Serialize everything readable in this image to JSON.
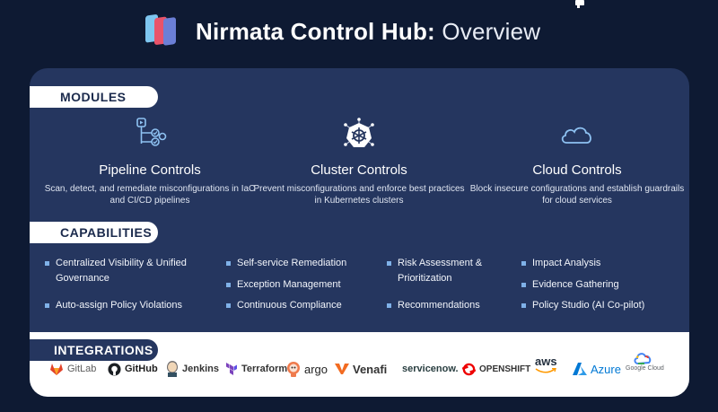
{
  "header": {
    "title_bold": "Nirmata Control Hub:",
    "title_light": "Overview"
  },
  "sections": {
    "modules": "MODULES",
    "capabilities": "CAPABILITIES",
    "integrations": "INTEGRATIONS"
  },
  "modules": [
    {
      "title": "Pipeline Controls",
      "desc": "Scan, detect, and remediate misconfigurations in IaC and CI/CD pipelines",
      "icon": "pipeline-icon"
    },
    {
      "title": "Cluster Controls",
      "desc": "Prevent misconfigurations and enforce best practices in Kubernetes clusters",
      "icon": "kubernetes-icon"
    },
    {
      "title": "Cloud Controls",
      "desc": "Block insecure configurations and establish guardrails for cloud services",
      "icon": "cloud-icon"
    }
  ],
  "capabilities": [
    "Centralized Visibility & Unified Governance",
    "Auto-assign Policy Violations",
    "Self-service Remediation",
    "Exception Management",
    "Continuous Compliance",
    "Risk Assessment & Prioritization",
    "Recommendations",
    "Impact Analysis",
    "Evidence Gathering",
    "Policy Studio (AI Co-pilot)"
  ],
  "integrations": [
    {
      "label": "GitLab",
      "icon": "gitlab-icon",
      "color": "#e2432a"
    },
    {
      "label": "GitHub",
      "icon": "github-icon",
      "color": "#1b1f23"
    },
    {
      "label": "Jenkins",
      "icon": "jenkins-icon",
      "color": "#d33833"
    },
    {
      "label": "Terraform",
      "icon": "terraform-icon",
      "color": "#7b42bc"
    },
    {
      "label": "argo",
      "icon": "argo-icon",
      "color": "#ef7b4d"
    },
    {
      "label": "Venafi",
      "icon": "venafi-icon",
      "color": "#f26b21"
    },
    {
      "label": "servicenow.",
      "icon": "servicenow-icon",
      "color": "#293e40"
    },
    {
      "label": "OPENSHIFT",
      "icon": "openshift-icon",
      "color": "#ee0000"
    },
    {
      "label": "aws",
      "icon": "aws-icon",
      "color": "#ff9900"
    },
    {
      "label": "Azure",
      "icon": "azure-icon",
      "color": "#0078d4"
    },
    {
      "label": "Google Cloud",
      "icon": "google-cloud-icon",
      "color": "#4285f4"
    }
  ],
  "colors": {
    "background": "#0e1a33",
    "card": "#25365f",
    "accent": "#7fb1e8"
  }
}
